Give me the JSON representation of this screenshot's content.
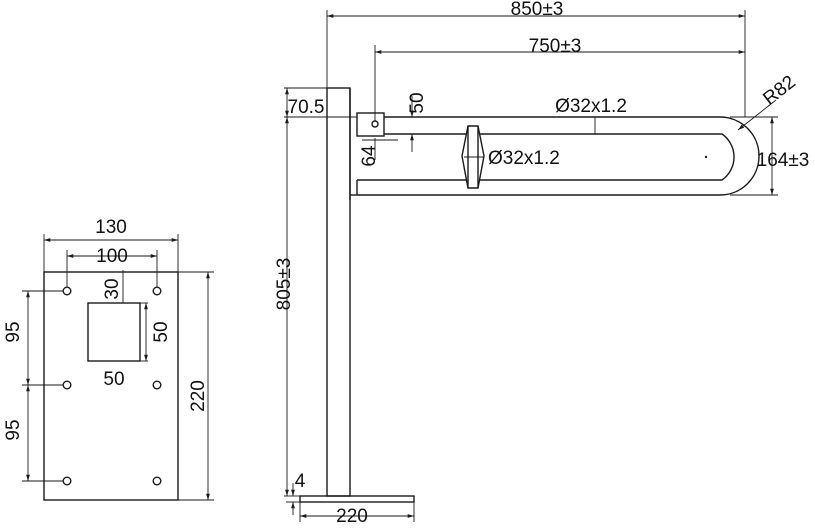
{
  "mounting_plate": {
    "width": "130",
    "hole_spacing_x": "100",
    "cutout_top_offset": "30",
    "cutout_height": "50",
    "cutout_width": "50",
    "hole_spacing_y_upper": "95",
    "hole_spacing_y_lower": "95",
    "height": "220"
  },
  "side_view": {
    "overall_length": "850±3",
    "rail_length": "750±3",
    "bracket_offset": "70.5",
    "rail_offset": "50",
    "bracket_drop": "64",
    "upper_tube": "Ø32x1.2",
    "lower_tube": "Ø32x1.2",
    "bend_radius": "R82",
    "rail_height": "164±3",
    "post_height": "805±3",
    "base_thickness": "4",
    "base_width": "220"
  },
  "colors": {
    "line": "#1a1a1a",
    "background": "#ffffff"
  }
}
